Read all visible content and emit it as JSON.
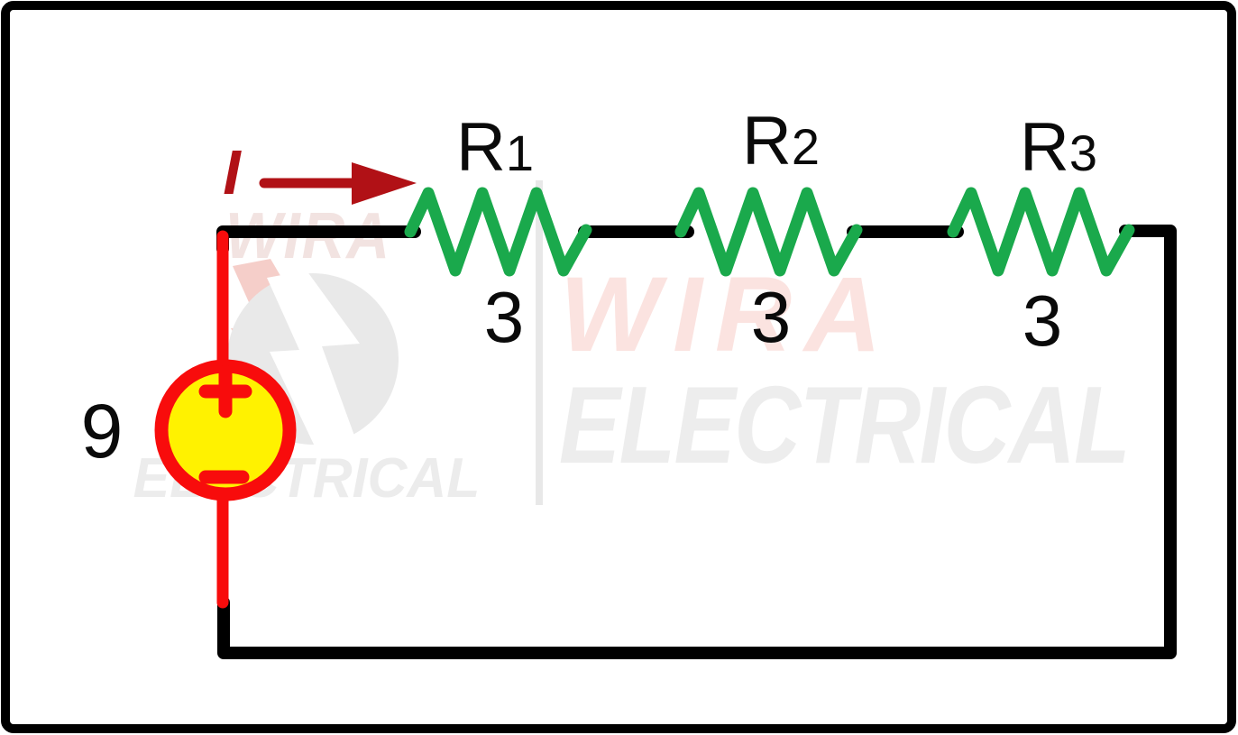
{
  "diagram": {
    "type": "series-resistive-circuit",
    "current": {
      "label": "I"
    },
    "source": {
      "voltage": "9",
      "polarity_top": "+",
      "polarity_bottom": "−"
    },
    "resistors": [
      {
        "name": "R",
        "sub": "1",
        "value": "3"
      },
      {
        "name": "R",
        "sub": "2",
        "value": "3"
      },
      {
        "name": "R",
        "sub": "3",
        "value": "3"
      }
    ]
  },
  "watermark": {
    "small_top": "WIRA",
    "small_bottom": "ELECTRICAL",
    "large_top": "WIRA",
    "large_bottom": "ELECTRICAL"
  },
  "colors": {
    "wire_black": "#000000",
    "wire_red": "#F80C0C",
    "resistor_green": "#1AA94C",
    "source_fill_yellow": "#FFF200",
    "arrow_dark_red": "#B11116",
    "label_black": "#0A0A0A",
    "watermark_pink": "#FBE3E0",
    "watermark_gray": "#ECECEC",
    "frame_black": "#000000"
  }
}
